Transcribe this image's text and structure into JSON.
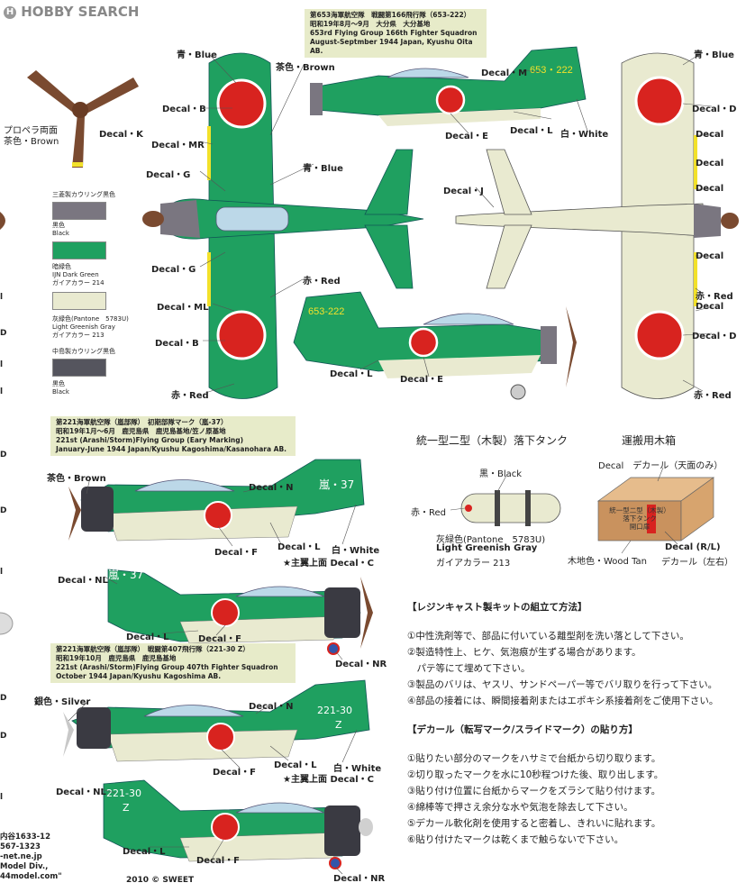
{
  "header": {
    "logo_text": "HOBBY SEARCH"
  },
  "scheme1": {
    "caption": [
      "第653海軍航空隊　戦闘第166飛行隊（653-222）",
      "昭和19年8月～9月　大分県　大分基地",
      "653rd Flying Group 166th Fighter Squadron",
      "August-Septmber 1944 Japan, Kyushu Oita AB."
    ],
    "tail_code": "653-222",
    "labels": {
      "blue_top": "青・Blue",
      "brown": "茶色・Brown",
      "decal_b1": "Decal・B",
      "decal_mr": "Decal・MR",
      "decal_g1": "Decal・G",
      "blue_mid": "青・Blue",
      "decal_m": "Decal・M",
      "decal_e1": "Decal・E",
      "decal_l1": "Decal・L",
      "white": "白・White",
      "decal_j": "Decal・J",
      "decal_g2": "Decal・G",
      "decal_ml": "Decal・ML",
      "red1": "赤・Red",
      "decal_b2": "Decal・B",
      "red2": "赤・Red",
      "decal_l2": "Decal・L",
      "decal_e2": "Decal・E",
      "blue_r": "青・Blue",
      "decal_d1": "Decal・D",
      "decal_r1": "Decal",
      "decal_r2": "Decal",
      "decal_r3": "Decal",
      "decal_r4": "Decal",
      "red_r": "赤・Red",
      "decal_r5": "Decal",
      "decal_d2": "Decal・D",
      "red_r2": "赤・Red"
    }
  },
  "prop": {
    "label_jp": "プロペラ両面",
    "label_color": "茶色・Brown",
    "decal": "Decal・K"
  },
  "legend": [
    {
      "jp": "三菱製カウリング黒色",
      "name": "",
      "code": "",
      "color": "#7a7680"
    },
    {
      "jp": "黒色",
      "name": "Black",
      "code": "",
      "color": ""
    },
    {
      "jp": "",
      "name": "",
      "code": "",
      "color": "#1fa060"
    },
    {
      "jp": "暗緑色",
      "name": "IJN Dark Green",
      "code": "ガイアカラー 214",
      "color": ""
    },
    {
      "jp": "",
      "name": "",
      "code": "",
      "color": "#e9ead0"
    },
    {
      "jp": "灰緑色(Pantone　5783U)",
      "name": "Light Greenish Gray",
      "code": "ガイアカラー 213",
      "color": ""
    },
    {
      "jp": "中島製カウリング黒色",
      "name": "",
      "code": "",
      "color": "#55555e"
    },
    {
      "jp": "黒色",
      "name": "Black",
      "code": "",
      "color": ""
    }
  ],
  "left_cut": [
    "D",
    "l",
    "D",
    "l",
    "D",
    "l",
    "D",
    "l",
    "D",
    "l"
  ],
  "scheme2": {
    "caption": [
      "第221海軍航空隊（嵐部隊）　初期部隊マーク（嵐-37）",
      "昭和19年1月～6月　鹿児島県　鹿児島基地/笠ノ原基地",
      "221st (Arashi/Storm)Flying Group (Eary Marking)",
      "January-June 1944 Japan/Kyushu Kagoshima/Kasanohara AB."
    ],
    "tail_code": "嵐・37",
    "labels": {
      "brown": "茶色・Brown",
      "decal_n": "Decal・N",
      "decal_f1": "Decal・F",
      "decal_l1": "Decal・L",
      "white": "白・White",
      "star_c": "★主翼上面 Decal・C",
      "decal_nl": "Decal・NL",
      "decal_l2": "Decal・L",
      "decal_f2": "Decal・F",
      "decal_nr": "Decal・NR"
    }
  },
  "scheme3": {
    "caption": [
      "第221海軍航空隊（嵐部隊）　戦闘第407飛行隊（221-30 Z）",
      "昭和19年10月　鹿児島県　鹿児島基地",
      "221st (Arashi/Storm)Flying Group 407th Fighter Squadron",
      "October 1944 Japan/Kyushu Kagoshima AB."
    ],
    "tail_code_1": "221-30",
    "tail_code_2": "Z",
    "labels": {
      "silver": "銀色・Silver",
      "decal_n": "Decal・N",
      "decal_f1": "Decal・F",
      "decal_l1": "Decal・L",
      "white": "白・White",
      "star_c": "★主翼上面 Decal・C",
      "decal_nl": "Decal・NL",
      "decal_l2": "Decal・L",
      "decal_f2": "Decal・F",
      "decal_nr": "Decal・NR"
    }
  },
  "tank": {
    "title": "統一型二型（木製）落下タンク",
    "black": "黒・Black",
    "red": "赤・Red",
    "color_jp": "灰緑色(Pantone　5783U)",
    "color_en": "Light Greenish Gray",
    "code": "ガイアカラー 213"
  },
  "box": {
    "title": "運搬用木箱",
    "decal_top": "Decal　デカール（天面のみ）",
    "box_text": [
      "統一型二型（木製）",
      "落下タンク",
      "開口扉"
    ],
    "wood": "木地色・Wood Tan",
    "decal_rl": "Decal (R/L)",
    "decal_rl_jp": "デカール（左右）"
  },
  "assembly": {
    "title": "【レジンキャスト製キットの組立て方法】",
    "items": [
      "①中性洗剤等で、部品に付いている離型剤を洗い落として下さい。",
      "②製造特性上、ヒケ、気泡痕が生ずる場合があります。",
      "　パテ等にて埋めて下さい。",
      "③製品のバリは、ヤスリ、サンドペーパー等でバリ取りを行って下さい。",
      "④部品の接着には、瞬間接着剤またはエポキシ系接着剤をご使用下さい。"
    ]
  },
  "decal_howto": {
    "title": "【デカール（転写マーク/スライドマーク）の貼り方】",
    "items": [
      "①貼りたい部分のマークをハサミで台紙から切り取ります。",
      "②切り取ったマークを水に10秒程つけた後、取り出します。",
      "③貼り付け位置に台紙からマークをズラシて貼り付けます。",
      "④綿棒等で押さえ余分な水や気泡を除去して下さい。",
      "⑤デカール軟化剤を使用すると密着し、きれいに貼れます。",
      "⑥貼り付けたマークは乾くまで触らないで下さい。"
    ]
  },
  "footer": {
    "address": [
      "内谷1633-12",
      "567-1323",
      "-net.ne.jp",
      "Model Div.,",
      "44model.com\""
    ],
    "copyright": "2010 © SWEET"
  }
}
